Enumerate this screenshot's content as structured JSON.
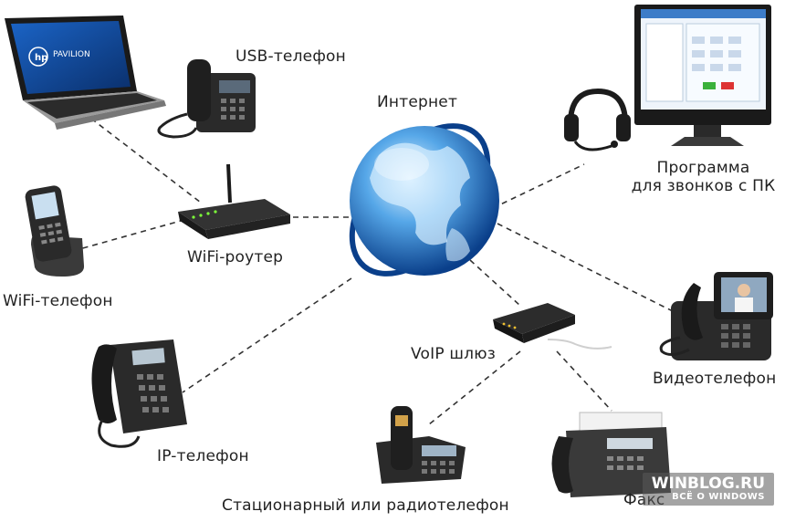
{
  "nodes": {
    "usb_phone": "USB-телефон",
    "internet": "Интернет",
    "pc_program_line1": "Программа",
    "pc_program_line2": "для звонков с ПК",
    "wifi_router": "WiFi-роутер",
    "wifi_phone": "WiFi-телефон",
    "voip_gateway": "VoIP шлюз",
    "video_phone": "Видеотелефон",
    "ip_phone": "IP-телефон",
    "fax": "Факс",
    "landline": "Стационарный или радиотелефон"
  },
  "laptop_brand": "PAVILION",
  "watermark": {
    "line1": "WINBLOG.RU",
    "line2": "ВСЁ О WINDOWS"
  },
  "colors": {
    "line": "#333333",
    "globe": "#1e72c8",
    "globe_light": "#bfe3ff",
    "device": "#2e2e2e"
  }
}
